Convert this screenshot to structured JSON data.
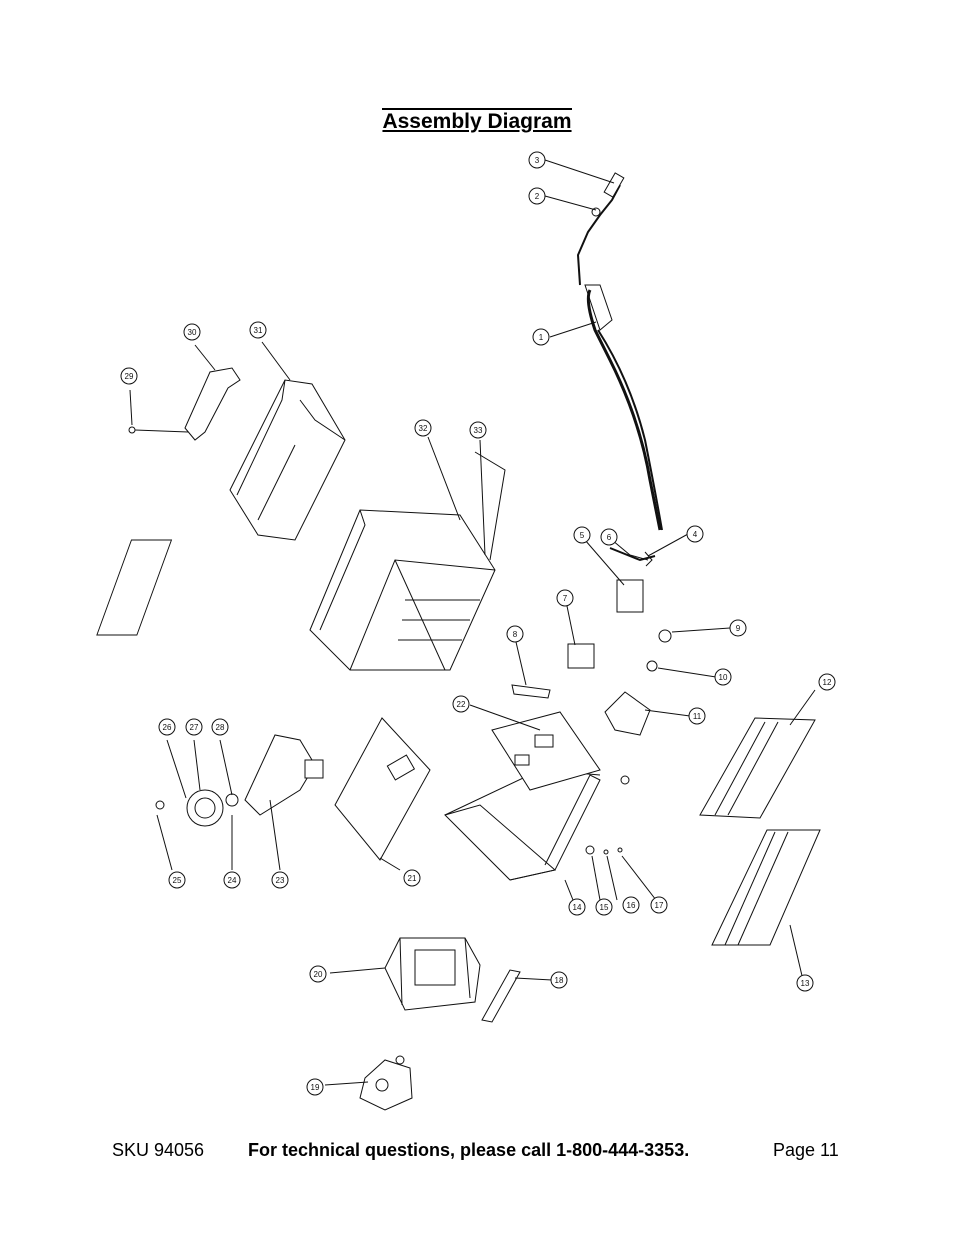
{
  "title": "Assembly Diagram",
  "footer": {
    "sku": "SKU 94056",
    "tech": "For technical questions, please call 1-800-444-3353.",
    "page": "Page 11"
  },
  "callouts": [
    "1",
    "2",
    "3",
    "4",
    "5",
    "6",
    "7",
    "8",
    "9",
    "10",
    "11",
    "12",
    "13",
    "14",
    "15",
    "16",
    "17",
    "18",
    "19",
    "20",
    "21",
    "22",
    "23",
    "24",
    "25",
    "26",
    "27",
    "28",
    "29",
    "30",
    "31",
    "32",
    "33"
  ]
}
